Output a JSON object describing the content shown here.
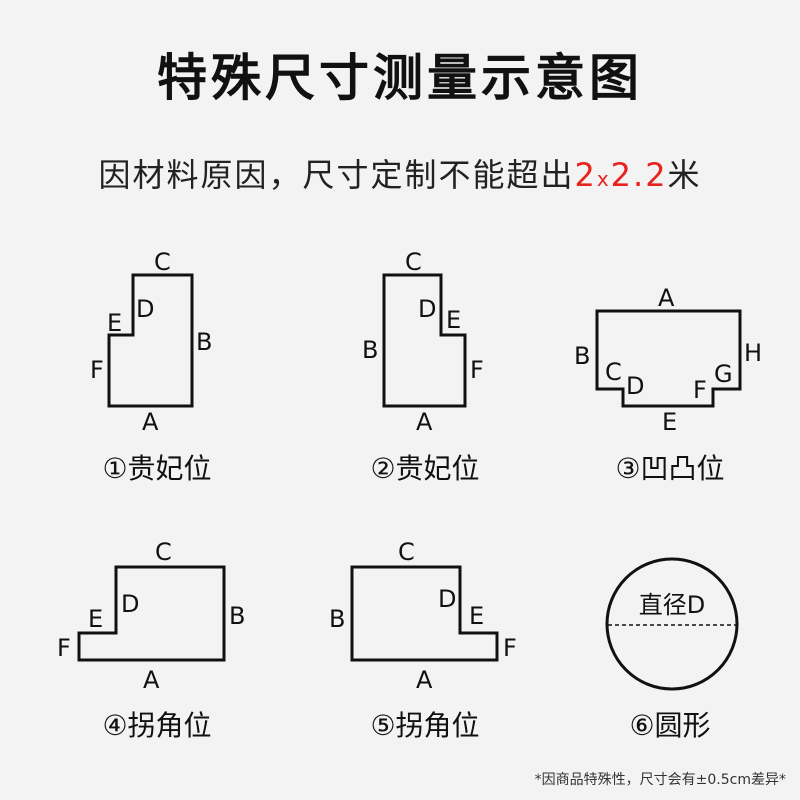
{
  "title": "特殊尺寸测量示意图",
  "subtitle": {
    "prefix": "因材料原因，尺寸定制不能超出",
    "num1": "2",
    "times": "x",
    "num2": "2.2",
    "suffix": "米"
  },
  "diagrams": [
    {
      "caption": "①贵妃位",
      "labels": {
        "A": "A",
        "B": "B",
        "C": "C",
        "D": "D",
        "E": "E",
        "F": "F"
      }
    },
    {
      "caption": "②贵妃位",
      "labels": {
        "A": "A",
        "B": "B",
        "C": "C",
        "D": "D",
        "E": "E",
        "F": "F"
      }
    },
    {
      "caption": "③凹凸位",
      "labels": {
        "A": "A",
        "B": "B",
        "C": "C",
        "D": "D",
        "E": "E",
        "F": "F",
        "G": "G",
        "H": "H"
      }
    },
    {
      "caption": "④拐角位",
      "labels": {
        "A": "A",
        "B": "B",
        "C": "C",
        "D": "D",
        "E": "E",
        "F": "F"
      }
    },
    {
      "caption": "⑤拐角位",
      "labels": {
        "A": "A",
        "B": "B",
        "C": "C",
        "D": "D",
        "E": "E",
        "F": "F"
      }
    },
    {
      "caption": "⑥圆形",
      "labels": {
        "diameter": "直径D"
      }
    }
  ],
  "footnote": "*因商品特殊性，尺寸会有±0.5cm差异*"
}
